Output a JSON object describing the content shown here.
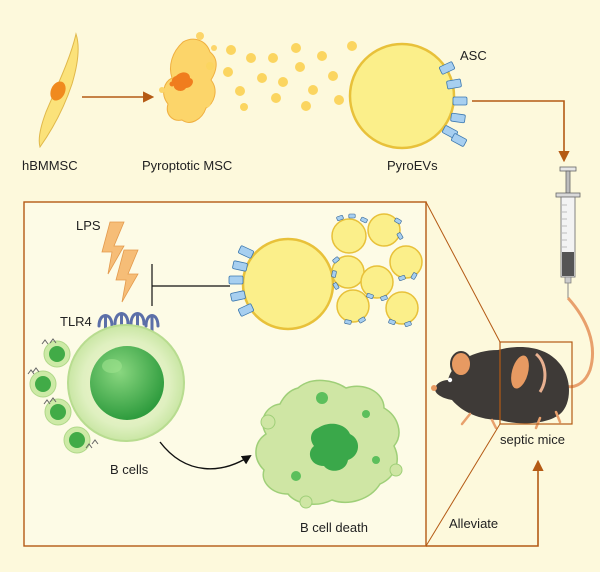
{
  "labels": {
    "hbmmsc": "hBMMSC",
    "pyroptotic_msc": "Pyroptotic MSC",
    "pyroevs": "PyroEVs",
    "asc": "ASC",
    "lps": "LPS",
    "tlr4": "TLR4",
    "b_cells": "B cells",
    "b_cell_death": "B cell death",
    "septic_mice": "septic mice",
    "alleviate": "Alleviate"
  },
  "colors": {
    "background": "#fdf9dc",
    "arrow": "#b45a14",
    "vesicle_fill": "#fbef8a",
    "vesicle_stroke": "#e8c13a",
    "asc_protein": "#9ec8ea",
    "lightning": "#f2b366",
    "tlr4": "#5c6fa8",
    "b_cell": "#bfe39a",
    "b_cell_nucleus": "#3fae4a",
    "mouse": "#3e3a37",
    "mouse_ear": "#e79a62"
  },
  "icons": {
    "syringe": "syringe-icon",
    "lightning": "lightning-icon",
    "mouse": "mouse-icon"
  }
}
